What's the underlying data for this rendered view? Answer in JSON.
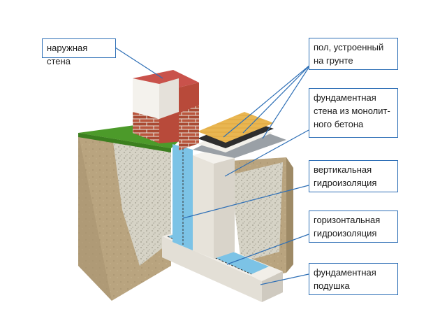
{
  "labels": {
    "outer_wall": "наружная стена",
    "ground_floor": "пол, устроенный\nна грунте",
    "foundation_wall": "фундаментная\nстена из монолит-\nного бетона",
    "vertical_waterproofing": "вертикальная\nгидроизоляция",
    "horizontal_waterproofing": "горизонтальная\nгидроизоляция",
    "foundation_pad": "фундаментная\nподушка"
  },
  "colors": {
    "box_border": "#2e6fb6",
    "leader_line": "#2e6fb6",
    "waterproofing": "#7cc3e6",
    "concrete": "#ece8df",
    "soil": "#b7a27e",
    "grass": "#4c9a2a",
    "brick": "#c9524b",
    "floor_wood": "#e7b24a"
  }
}
